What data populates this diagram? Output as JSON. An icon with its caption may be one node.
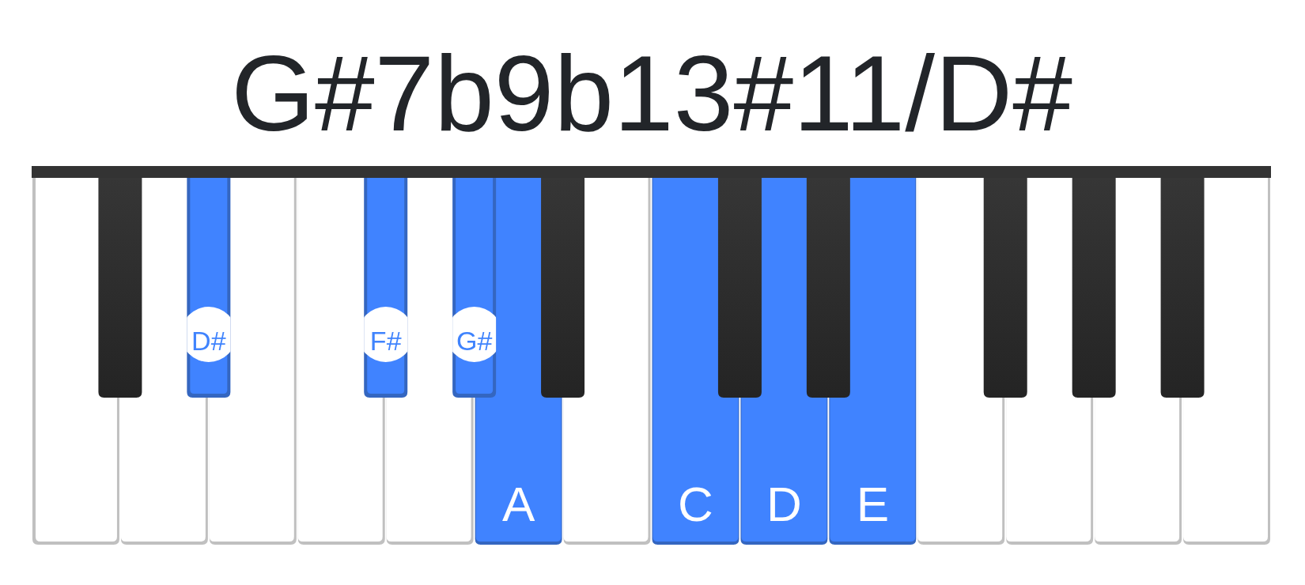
{
  "diagram": {
    "title": "G#7b9b13#11/D#",
    "labels": [
      "D#",
      "F#",
      "G#",
      "A",
      "C",
      "D",
      "E"
    ]
  }
}
